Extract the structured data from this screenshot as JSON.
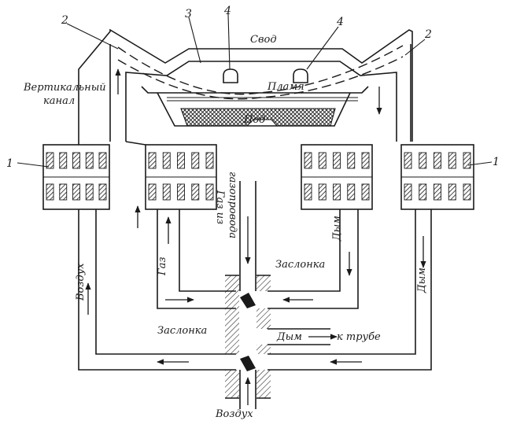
{
  "labels": {
    "svod": "Свод",
    "plamya": "Пламя",
    "pod": "Под",
    "vertical_channel_1": "Вертикальный",
    "vertical_channel_2": "канал",
    "gas_from_1": "Газ из",
    "gas_from_2": "газопровода",
    "damper_top": "Заслонка",
    "damper_bottom": "Заслонка",
    "gas": "Газ",
    "dym_mid": "Дым",
    "dym_right": "Дым",
    "dym_pipe": "Дым",
    "to_pipe": "к трубе",
    "air_left": "Воздух",
    "air_bottom": "Воздух"
  },
  "numbers": {
    "n1_left": "1",
    "n1_right": "1",
    "n2_left": "2",
    "n2_right": "2",
    "n3": "3",
    "n4_left": "4",
    "n4_right": "4"
  }
}
